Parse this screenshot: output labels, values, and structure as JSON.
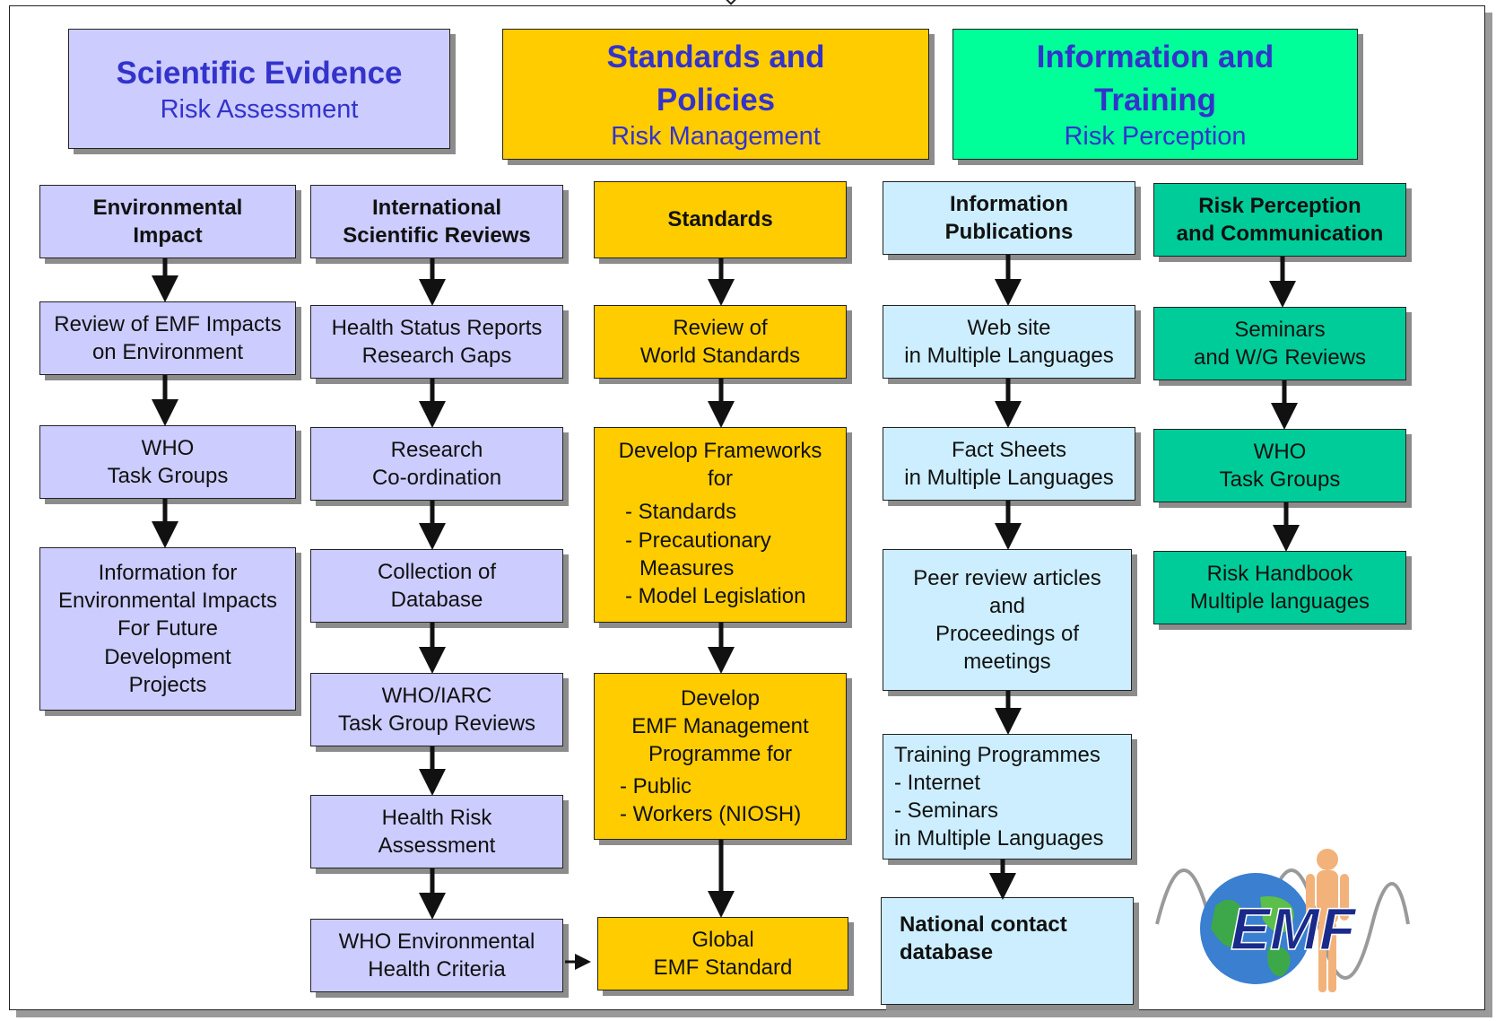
{
  "headers": {
    "science": {
      "title": "Scientific Evidence",
      "subtitle": "Risk Assessment"
    },
    "standards": {
      "title_line1": "Standards and",
      "title_line2": "Policies",
      "subtitle": "Risk Management"
    },
    "information": {
      "title_line1": "Information and",
      "title_line2": "Training",
      "subtitle": "Risk Perception"
    }
  },
  "col_env": {
    "head": [
      "Environmental",
      "Impact"
    ],
    "b1": [
      "Review of EMF Impacts",
      "on Environment"
    ],
    "b2": [
      "WHO",
      "Task Groups"
    ],
    "b3": [
      "Information for",
      "Environmental Impacts",
      "For Future",
      "Development",
      "Projects"
    ]
  },
  "col_intl": {
    "head": [
      "International",
      "Scientific Reviews"
    ],
    "b1": [
      "Health Status Reports",
      "Research Gaps"
    ],
    "b2": [
      "Research",
      "Co-ordination"
    ],
    "b3": [
      "Collection of",
      "Database"
    ],
    "b4": [
      "WHO/IARC",
      "Task Group Reviews"
    ],
    "b5": [
      "Health Risk",
      "Assessment"
    ],
    "b6": [
      "WHO Environmental",
      "Health Criteria"
    ]
  },
  "col_std": {
    "head": "Standards",
    "b1": [
      "Review of",
      "World Standards"
    ],
    "b2": [
      "Develop Frameworks",
      "for",
      "- Standards",
      "- Precautionary",
      "Measures",
      "- Model Legislation"
    ],
    "b3": [
      "Develop",
      "EMF Management",
      "Programme for",
      "- Public",
      "- Workers (NIOSH)"
    ],
    "b4": [
      "Global",
      "EMF Standard"
    ]
  },
  "col_info": {
    "head": [
      "Information",
      "Publications"
    ],
    "b1": [
      "Web site",
      "in Multiple Languages"
    ],
    "b2": [
      "Fact Sheets",
      "in Multiple Languages"
    ],
    "b3": [
      "Peer review articles",
      "and",
      "Proceedings of",
      "meetings"
    ],
    "b4": [
      "Training Programmes",
      "- Internet",
      "- Seminars",
      "in Multiple Languages"
    ],
    "b5": [
      "National contact",
      "database"
    ]
  },
  "col_risk": {
    "head": [
      "Risk Perception",
      "and Communication"
    ],
    "b1": [
      "Seminars",
      "and W/G Reviews"
    ],
    "b2": [
      "WHO",
      "Task Groups"
    ],
    "b3": [
      "Risk Handbook",
      "Multiple languages"
    ]
  },
  "logo": {
    "text": "EMF"
  },
  "colors": {
    "lavender": "#ccccff",
    "gold": "#ffcc00",
    "sky": "#cceeff",
    "teal": "#00cc99",
    "mint": "#00ff99",
    "title_blue": "#3333cc"
  }
}
